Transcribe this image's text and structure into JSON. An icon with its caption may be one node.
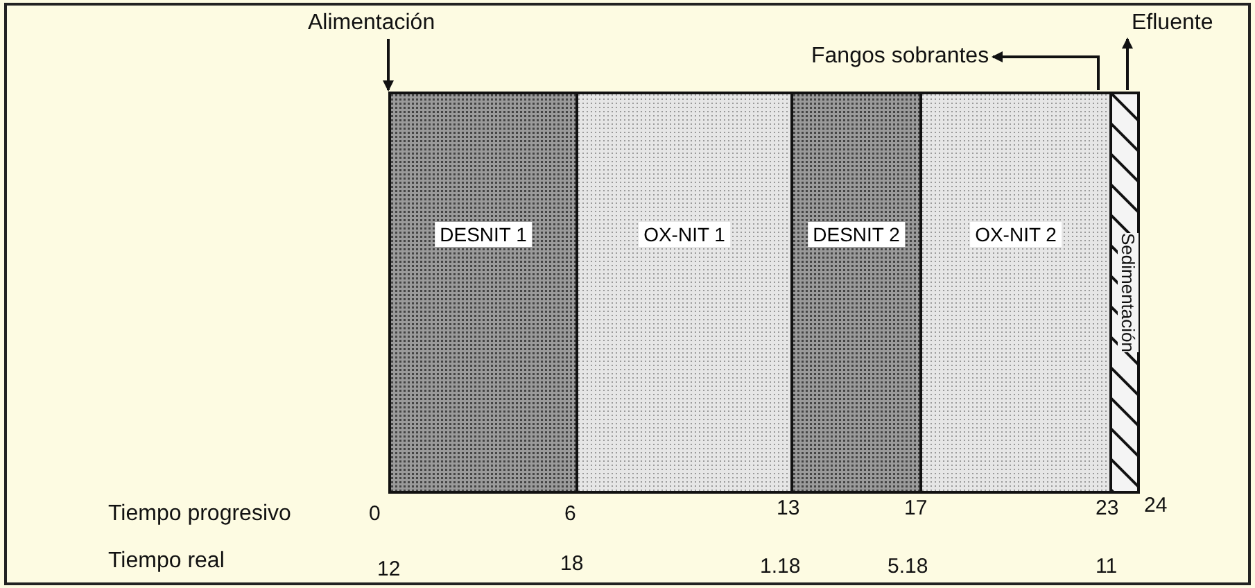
{
  "diagram": {
    "nodes": [
      {
        "text": [
          "DESNIT 1"
        ]
      },
      {
        "text": [
          "OX-NIT 1"
        ]
      },
      {
        "text": [
          "DESNIT 2"
        ]
      },
      {
        "text": [
          "OX-NIT 2"
        ]
      },
      {
        "text": [
          "Sedimentación"
        ]
      },
      {
        "text": [
          "Alimentación"
        ]
      },
      {
        "text": [
          "Fangos sobrantes"
        ]
      },
      {
        "text": [
          "Efluente"
        ]
      }
    ],
    "edges": [
      {
        "from": 5,
        "to": 0,
        "arrow": "to"
      },
      {
        "from": 3,
        "to": 6,
        "arrow": "to"
      },
      {
        "from": 4,
        "to": 7,
        "arrow": "to"
      }
    ],
    "labels": [
      "Tiempo progresivo",
      "0",
      "6",
      "13",
      "17",
      "23",
      "24",
      "Tiempo real",
      "12",
      "18",
      "1.18",
      "5.18",
      "11"
    ]
  }
}
